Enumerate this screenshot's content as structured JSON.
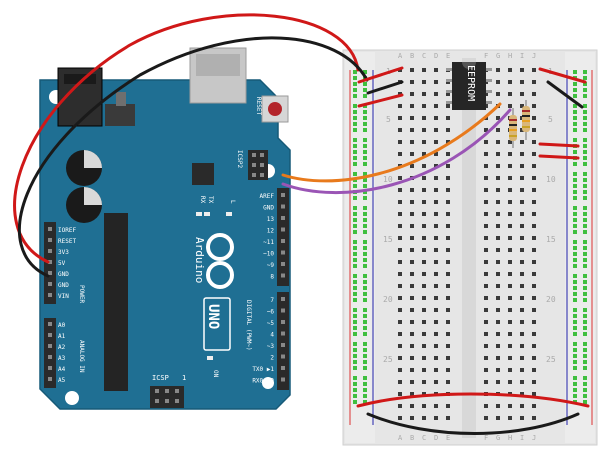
{
  "arduino": {
    "brand": "Arduino",
    "model": "UNO",
    "reset_label": "RESET",
    "icsp2_label": "ICSP2",
    "icsp_label": "ICSP",
    "tx_label": "TX",
    "rx_label": "RX",
    "l_label": "L",
    "on_label": "ON",
    "power_header": "POWER",
    "analog_header": "ANALOG IN",
    "digital_header": "DIGITAL (PWM~)",
    "power_pins": [
      "IOREF",
      "RESET",
      "3V3",
      "5V",
      "GND",
      "GND",
      "VIN"
    ],
    "analog_pins": [
      "A0",
      "A1",
      "A2",
      "A3",
      "A4",
      "A5"
    ],
    "top_header_pins": [
      "AREF",
      "GND",
      "13",
      "12",
      "~11",
      "~10",
      "~9",
      "8"
    ],
    "bottom_header_pins": [
      "7",
      "~6",
      "~5",
      "4",
      "~3",
      "2",
      "TX0 ▶1",
      "RX0 ◀0"
    ],
    "icsp_pin1": "1"
  },
  "breadboard": {
    "column_letters_left": [
      "A",
      "B",
      "C",
      "D",
      "E"
    ],
    "column_letters_right": [
      "F",
      "G",
      "H",
      "I",
      "J"
    ],
    "row_numbers": [
      "1",
      "5",
      "10",
      "15",
      "20",
      "25"
    ]
  },
  "eeprom": {
    "label": "EEPROM"
  },
  "colors": {
    "board": "#1f6f93",
    "breadboard": "#e8e8e8",
    "wire_red": "#d01818",
    "wire_black": "#1a1a1a",
    "wire_orange": "#e87a1c",
    "wire_purple": "#9a55b5",
    "hole": "#3b3b3b",
    "hole_green": "#3fbf3f"
  }
}
